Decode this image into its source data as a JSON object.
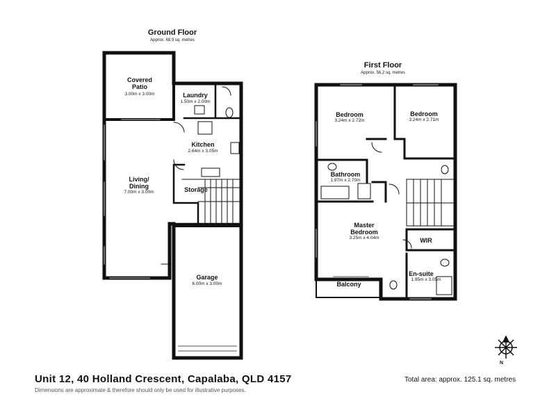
{
  "ground_floor": {
    "title": "Ground Floor",
    "area": "Approx. 68.9 sq. metres",
    "rooms": {
      "covered_patio": {
        "name": "Covered\nPatio",
        "dims": "3.00m x 3.00m"
      },
      "laundry": {
        "name": "Laundry",
        "dims": "1.50m x 2.00m"
      },
      "kitchen": {
        "name": "Kitchen",
        "dims": "2.64m x 3.05m"
      },
      "living_dining": {
        "name": "Living/\nDining",
        "dims": "7.00m x 3.00m"
      },
      "storage": {
        "name": "Storage"
      },
      "garage": {
        "name": "Garage",
        "dims": "6.00m x 3.00m"
      }
    }
  },
  "first_floor": {
    "title": "First Floor",
    "area": "Approx. 56.2 sq. metres",
    "rooms": {
      "bedroom_1": {
        "name": "Bedroom",
        "dims": "3.24m x 2.72m"
      },
      "bedroom_2": {
        "name": "Bedroom",
        "dims": "3.24m x 2.71m"
      },
      "bathroom": {
        "name": "Bathroom",
        "dims": "1.97m x 2.70m"
      },
      "master_bedroom": {
        "name": "Master\nBedroom",
        "dims": "3.25m x 4.04m"
      },
      "wir": {
        "name": "WIR"
      },
      "ensuite": {
        "name": "En-suite",
        "dims": "1.95m x 3.05m"
      },
      "balcony": {
        "name": "Balcony"
      }
    }
  },
  "footer": {
    "address": "Unit 12, 40 Holland Crescent, Capalaba, QLD 4157",
    "disclaimer": "Dimensions are approximate & therefore should only be used for illustrative purposes.",
    "total_area": "Total area: approx. 125.1 sq. metres"
  },
  "compass": {
    "label": "N"
  }
}
